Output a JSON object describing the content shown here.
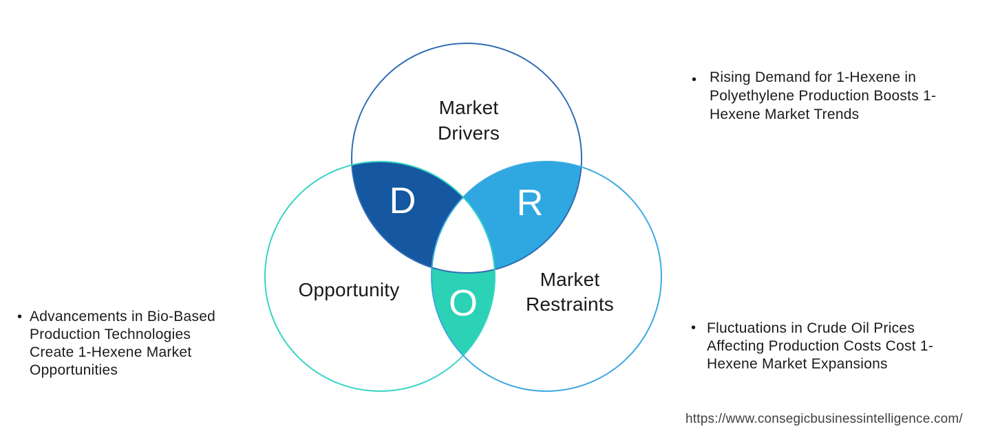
{
  "page": {
    "background": "#ffffff",
    "source_url": "https://www.consegicbusinessintelligence.com/"
  },
  "venn": {
    "drivers": {
      "label_line1": "Market",
      "label_line2": "Drivers",
      "letter": "D",
      "outline_color": "#2F6BB3",
      "overlap_fill": "#1557A0"
    },
    "opportunity": {
      "label": "Opportunity",
      "letter": "O",
      "outline_color": "#36D4C4",
      "overlap_fill": "#2BD2B5"
    },
    "restraints": {
      "label_line1": "Market",
      "label_line2": "Restraints",
      "letter": "R",
      "outline_color": "#3AA9E2",
      "overlap_fill": "#2FA8E1"
    },
    "center_fill": "#FFFFFF",
    "letter_color": "#FFFFFF"
  },
  "notes": {
    "drivers": {
      "bullet": "•",
      "lines": [
        "Rising Demand for 1-Hexene in",
        "Polyethylene Production Boosts 1-",
        "Hexene Market Trends"
      ]
    },
    "opportunity": {
      "bullet": "•",
      "lines": [
        "Advancements in Bio-Based",
        "Production Technologies",
        "Create 1-Hexene Market",
        "Opportunities"
      ]
    },
    "restraints": {
      "bullet": "•",
      "lines": [
        "Fluctuations in Crude Oil Prices",
        "Affecting Production Costs Cost 1-",
        "Hexene Market Expansions"
      ]
    }
  }
}
